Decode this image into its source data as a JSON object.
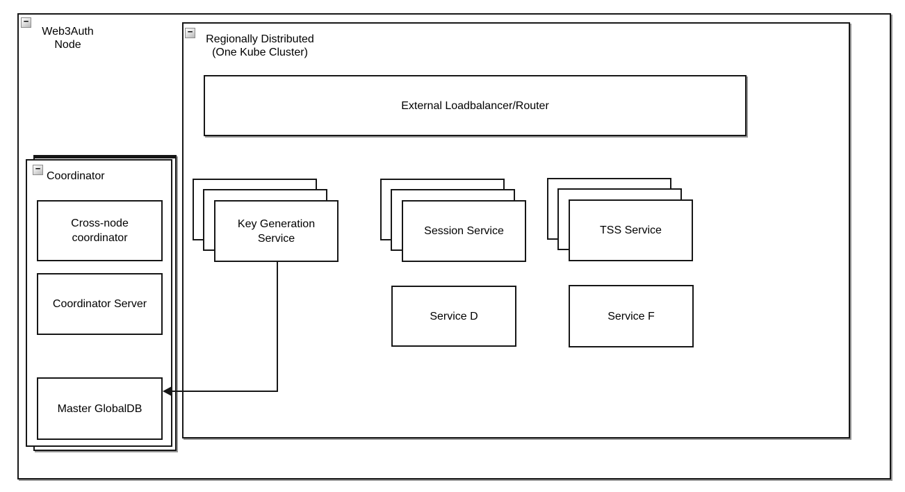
{
  "colors": {
    "stroke": "#161616",
    "fill": "#ffffff",
    "shadow": "#464646",
    "collapse_icon_border": "#8c8c8c"
  },
  "icons": {
    "collapse_glyph": "−"
  },
  "web3auth_node": {
    "label_line1": "Web3Auth",
    "label_line2": "Node"
  },
  "regional_cluster": {
    "label_line1": "Regionally Distributed",
    "label_line2": "(One Kube Cluster)"
  },
  "loadbalancer": {
    "label": "External Loadbalancer/Router"
  },
  "key_generation": {
    "label_line1": "Key Generation",
    "label_line2": "Service"
  },
  "session_service": {
    "label": "Session Service"
  },
  "tss_service": {
    "label": "TSS Service"
  },
  "service_d": {
    "label": "Service D"
  },
  "service_f": {
    "label": "Service F"
  },
  "coordinator": {
    "label": "Coordinator"
  },
  "cross_node": {
    "label_line1": "Cross-node",
    "label_line2": "coordinator"
  },
  "coordinator_server": {
    "label": "Coordinator Server"
  },
  "master_globaldb": {
    "label": "Master GlobalDB"
  }
}
